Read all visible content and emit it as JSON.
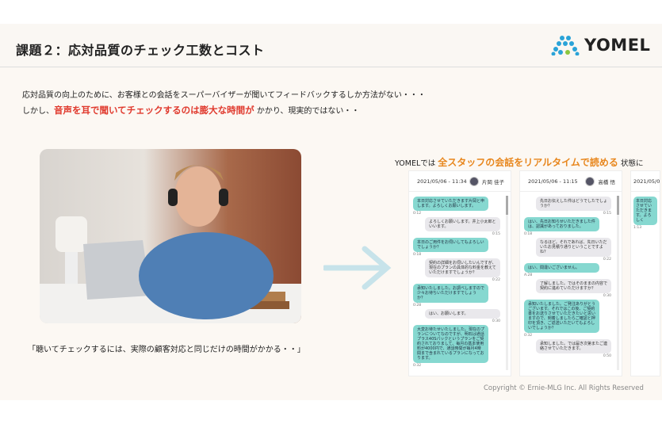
{
  "header": {
    "title": "課題２：応対品質のチェック工数とコスト",
    "logo_text": "YOMEL"
  },
  "intro": {
    "line1": "応対品質の向上のために、お客様との会話をスーパーバイザーが聞いてフィードバックするしか方法がない・・・",
    "line2_pre": "しかし、",
    "line2_highlight": "音声を耳で聞いてチェックするのは膨大な時間が",
    "line2_post": " かかり、現実的ではない・・"
  },
  "photo": {
    "caption": "「聴いてチェックするには、実際の顧客対応と同じだけの時間がかかる・・」"
  },
  "solution": {
    "pre": "YOMELでは ",
    "highlight": "全スタッフの会話をリアルタイムで読める",
    "post": " 状態に"
  },
  "panels": [
    {
      "datetime": "2021/05/06 - 11:34",
      "name": "片岡 佳子",
      "messages": [
        {
          "side": "c",
          "text": "本日対応させていただきます片岡と申します。よろしくお願いします。",
          "time": "0:12"
        },
        {
          "side": "o",
          "text": "よろしくお願いします。井上小太郎といいます。",
          "time": "0:15"
        },
        {
          "side": "c",
          "text": "本日のご用件をお伺いしてもよろしいでしょうか？",
          "time": "0:18"
        },
        {
          "side": "o",
          "text": "契約の詳細をお伺いしたいんですが、現在のプランの具体的な料金を教えていただけますでしょうか？",
          "time": "0:22"
        },
        {
          "side": "c",
          "text": "承知いたしました。お調べしますので少々お待ちいただけますでしょうか？",
          "time": "0:28"
        },
        {
          "side": "o",
          "text": "はい、お願いします。",
          "time": "0:30"
        },
        {
          "side": "c",
          "text": "大変お待たせいたしました。現在のプランについてなのですが、明石は通話プラス40Sパックというプランをご契約されておりまして、毎月の基本使用料が4000円で、通話時間が毎月4時間まで含まれているプランになっております。",
          "time": "0:32"
        }
      ]
    },
    {
      "datetime": "2021/05/06 - 11:15",
      "name": "高橋 悟",
      "messages": [
        {
          "side": "o",
          "text": "先日お伝えした件はどうでしたでしょうか？",
          "time": "0:15"
        },
        {
          "side": "c",
          "text": "はい、先日お知らせいただきました件は、認識があっておりました。",
          "time": "0:18"
        },
        {
          "side": "o",
          "text": "なるほど。それであれば、先日いただいたお見積り通りということですよね？",
          "time": "0:22"
        },
        {
          "side": "c",
          "text": "はい、間違いございません。",
          "time": "A:28"
        },
        {
          "side": "o",
          "text": "了解しました。ではそのままの内容で契約に進めていただけますか？",
          "time": "0:30"
        },
        {
          "side": "c",
          "text": "承知いたしました。ご発注ありがとうございます。それではこの後、ご契約書をお送りさせていただきたいと思いますので、到着しましたらご確認と押印を頂き、ご返送いただいてもよろしいでしょうか？",
          "time": "0:32"
        },
        {
          "side": "o",
          "text": "承知しました。では届き次第またご連絡させていただきます。",
          "time": "0:50"
        }
      ]
    },
    {
      "datetime": "2021/05/0",
      "name": "",
      "messages": [
        {
          "side": "c",
          "text": "本日対応させていただきます。よろしく",
          "time": "1:13"
        }
      ]
    }
  ],
  "footer": {
    "copyright": "Copyright © Ernie-MLG Inc. All Rights Reserved"
  },
  "colors": {
    "accent_red": "#e03a2e",
    "accent_orange": "#e8871e",
    "chat_customer": "#86d8d0",
    "chat_operator": "#e9e8ec"
  }
}
